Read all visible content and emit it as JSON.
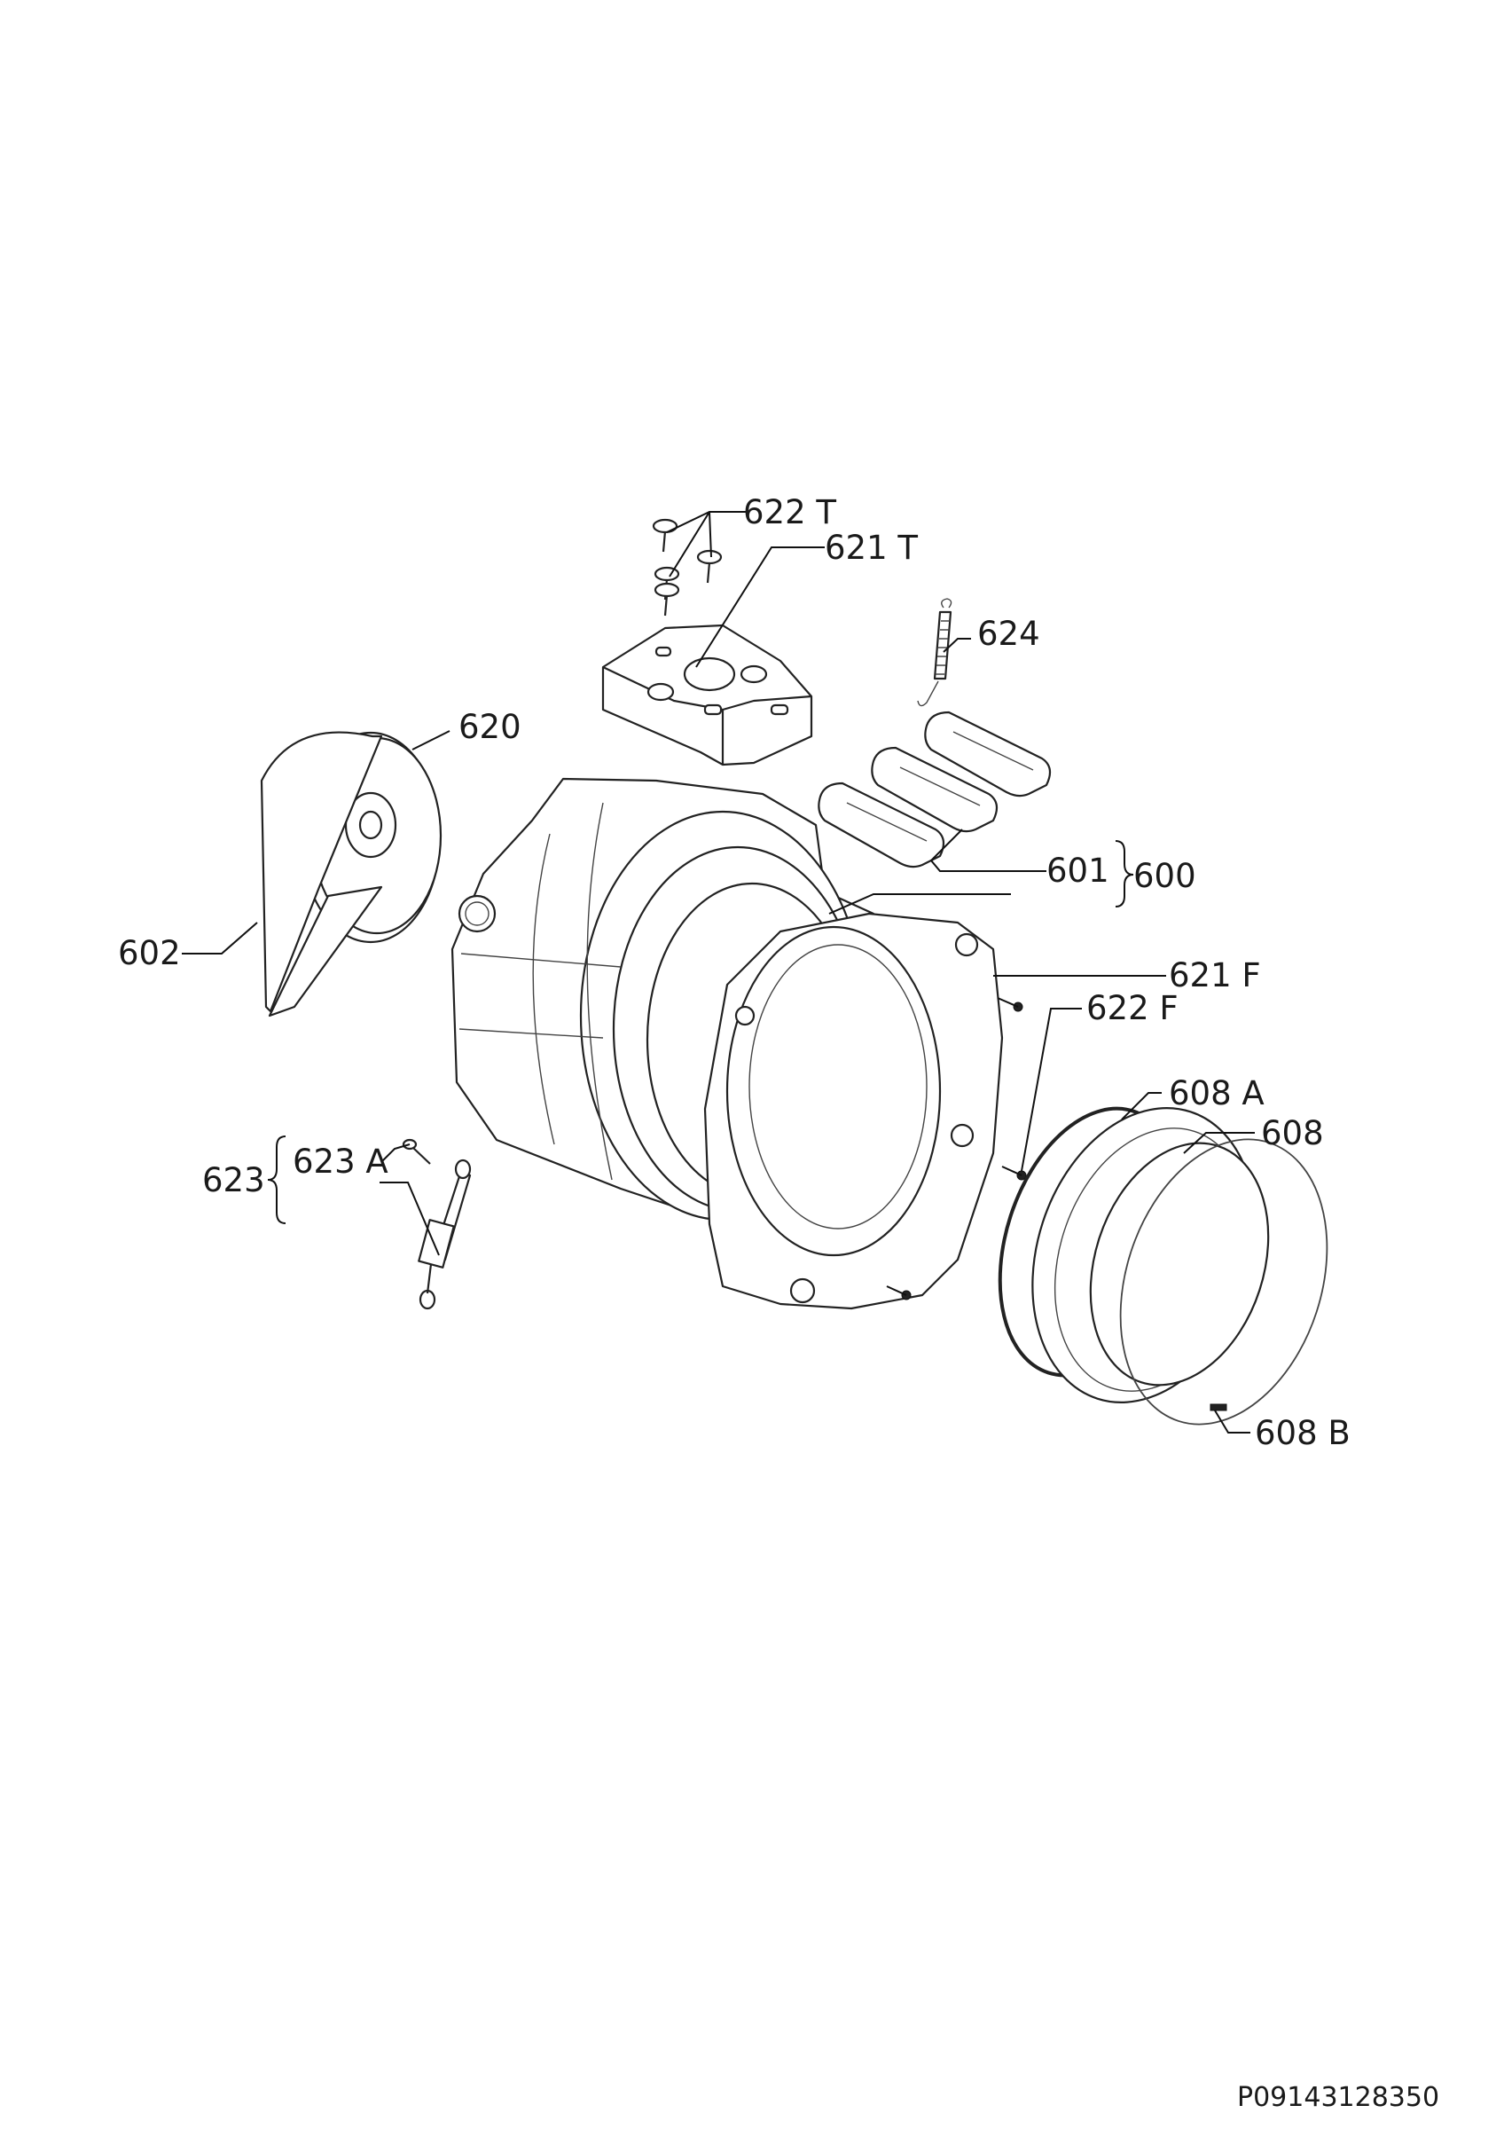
{
  "labels": {
    "l622T": "622 T",
    "l621T": "621 T",
    "l624": "624",
    "l620": "620",
    "l601": "601",
    "l600": "600",
    "l602": "602",
    "l621F": "621 F",
    "l622F": "622 F",
    "l608A": "608 A",
    "l608": "608",
    "l623": "623",
    "l623A": "623 A",
    "l608B": "608 B"
  },
  "footer_code": "P09143128350",
  "colors": {
    "line": "#222222",
    "background": "#ffffff"
  }
}
